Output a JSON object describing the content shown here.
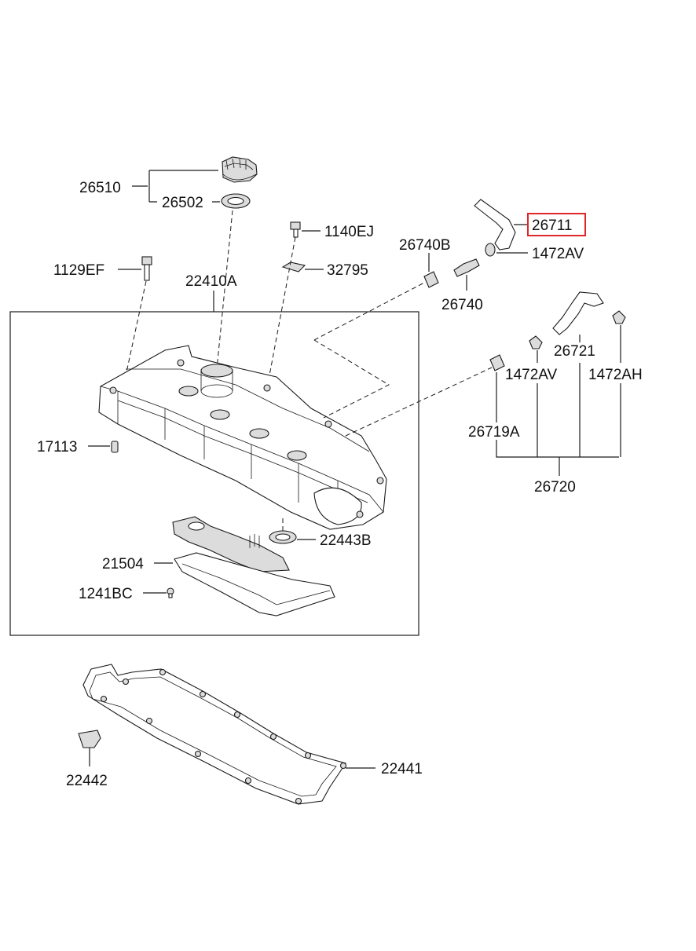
{
  "diagram": {
    "highlight_color": "#e0262b",
    "labels": [
      {
        "id": "26510",
        "text": "26510"
      },
      {
        "id": "26502",
        "text": "26502"
      },
      {
        "id": "1140EJ",
        "text": "1140EJ"
      },
      {
        "id": "26711",
        "text": "26711",
        "highlighted": true
      },
      {
        "id": "26740B",
        "text": "26740B"
      },
      {
        "id": "1472AV_top",
        "text": "1472AV"
      },
      {
        "id": "1129EF",
        "text": "1129EF"
      },
      {
        "id": "32795",
        "text": "32795"
      },
      {
        "id": "22410A",
        "text": "22410A"
      },
      {
        "id": "26740",
        "text": "26740"
      },
      {
        "id": "26721",
        "text": "26721"
      },
      {
        "id": "1472AV_mid",
        "text": "1472AV"
      },
      {
        "id": "1472AH",
        "text": "1472AH"
      },
      {
        "id": "26719A",
        "text": "26719A"
      },
      {
        "id": "17113",
        "text": "17113"
      },
      {
        "id": "26720",
        "text": "26720"
      },
      {
        "id": "22443B",
        "text": "22443B"
      },
      {
        "id": "21504",
        "text": "21504"
      },
      {
        "id": "1241BC",
        "text": "1241BC"
      },
      {
        "id": "22441",
        "text": "22441"
      },
      {
        "id": "22442",
        "text": "22442"
      }
    ]
  }
}
